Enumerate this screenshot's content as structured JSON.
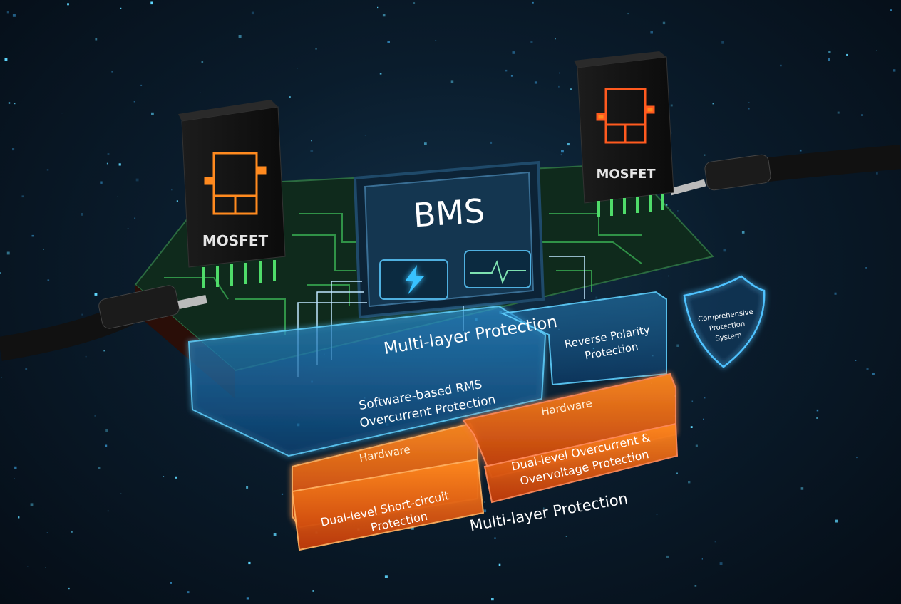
{
  "bms": {
    "title": "BMS",
    "icons": [
      "lightning-icon",
      "pulse-waveform-icon"
    ]
  },
  "mosfets": [
    {
      "label": "MOSFET"
    },
    {
      "label": "MOSFET"
    }
  ],
  "software_layer": {
    "heading": "Multi-layer Protection",
    "blocks": [
      {
        "label_line1": "Software-based RMS",
        "label_line2": "Overcurrent Protection"
      },
      {
        "label_line1": "Reverse Polarity",
        "label_line2": "Protection"
      }
    ]
  },
  "hardware_layer": {
    "heading": "Multi-layer Protection",
    "blocks": [
      {
        "tag": "Hardware",
        "label_line1": "Dual-level Short-circuit",
        "label_line2": "Protection"
      },
      {
        "tag": "Hardware",
        "label_line1": "Dual-level Overcurrent &",
        "label_line2": "Overvoltage Protection"
      }
    ]
  },
  "shield": {
    "line1": "Comprehensive",
    "line2": "Protection",
    "line3": "System"
  },
  "colors": {
    "background": "#0a1c2c",
    "software_blue": "#3fb6ff",
    "hardware_orange": "#ff6a1a",
    "trace_green": "#3fbf5a",
    "mosfet_symbol": "#ff8a1f"
  }
}
